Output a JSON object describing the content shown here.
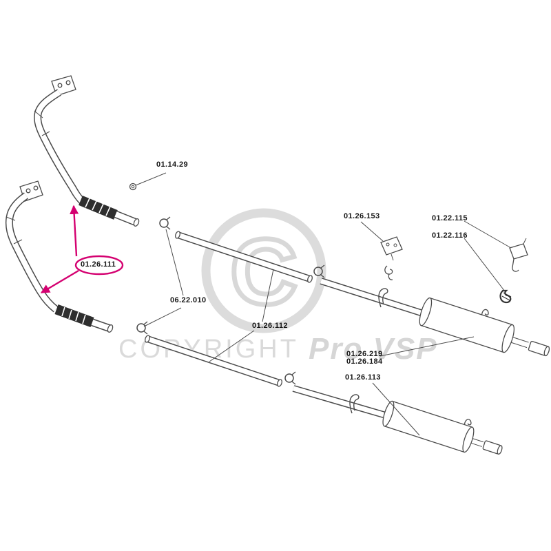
{
  "watermark": {
    "symbol": "C",
    "copyright_text": "COPYRIGHT",
    "brand_text": "Pro VSP"
  },
  "highlight": {
    "color": "#d40070",
    "highlighted_part": "01.26.111"
  },
  "labels": {
    "l01_14_29": "01.14.29",
    "l01_26_111": "01.26.111",
    "l06_22_010": "06.22.010",
    "l01_26_112": "01.26.112",
    "l01_26_153": "01.26.153",
    "l01_22_115": "01.22.115",
    "l01_22_116": "01.22.116",
    "l01_26_219": "01.26.219",
    "l01_26_184": "01.26.184",
    "l01_26_113": "01.26.113"
  }
}
